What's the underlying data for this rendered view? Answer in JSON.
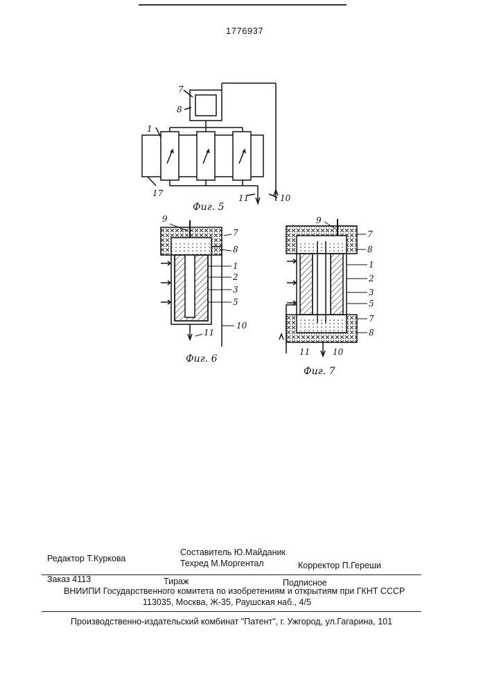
{
  "patent_number": "1776937",
  "figures": [
    {
      "caption": "Фиг. 5",
      "labels": [
        "1",
        "7",
        "8",
        "10",
        "11",
        "17"
      ]
    },
    {
      "caption": "Фиг. 6",
      "labels": [
        "1",
        "2",
        "3",
        "5",
        "7",
        "8",
        "9",
        "10",
        "11"
      ]
    },
    {
      "caption": "Фиг. 7",
      "labels": [
        "1",
        "2",
        "3",
        "5",
        "7",
        "8",
        "7",
        "8",
        "9",
        "10",
        "11"
      ]
    }
  ],
  "imprint": {
    "editor": "Редактор  Т.Куркова",
    "compiler": "Составитель Ю.Майданик",
    "techred": "Техред М.Моргентал",
    "corrector": "Корректор  П.Гереши",
    "order": "Заказ 4113",
    "circulation": "Тираж",
    "subscription": "Подписное",
    "org_line": "ВНИИПИ Государственного комитета по изобретениям и открытиям при ГКНТ СССР",
    "address": "113035, Москва, Ж-35, Раушская наб., 4/5",
    "publisher": "Производственно-издательский комбинат \"Патент\", г. Ужгород, ул.Гагарина, 101"
  }
}
